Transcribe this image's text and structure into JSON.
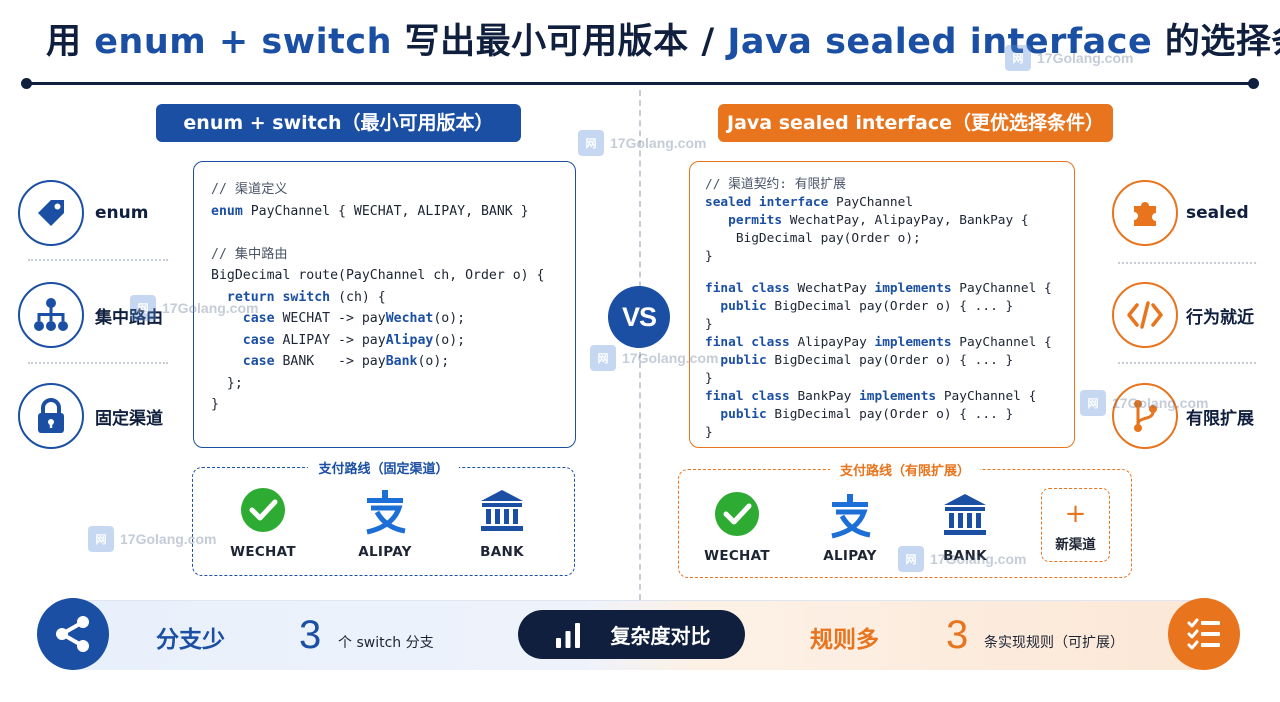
{
  "title": {
    "part1": "用 ",
    "part2": "enum + switch",
    "part3": " 写出最小可用版本  / ",
    "part4": "Java sealed interface",
    "part5": " 的选择条件"
  },
  "left": {
    "header": "enum + switch（最小可用版本）",
    "features": [
      {
        "label": "enum",
        "icon": "tag-icon"
      },
      {
        "label": "集中路由",
        "icon": "hierarchy-icon"
      },
      {
        "label": "固定渠道",
        "icon": "lock-icon"
      }
    ],
    "code": {
      "l1": "// 渠道定义",
      "l2_kw": "enum",
      "l2_rest": " PayChannel { WECHAT, ALIPAY, BANK }",
      "l3": "// 集中路由",
      "l4": "BigDecimal route(PayChannel ch, Order o) {",
      "l5_kw1": "return",
      "l5_kw2": "switch",
      "l5_rest": " (ch) {",
      "case_kw": "case",
      "c1_pre": " WECHAT -> pay",
      "c1_fn": "Wechat",
      "c1_post": "(o);",
      "c2_pre": " ALIPAY -> pay",
      "c2_fn": "Alipay",
      "c2_post": "(o);",
      "c3_pre": " BANK   -> pay",
      "c3_fn": "Bank",
      "c3_post": "(o);",
      "l9": "  };",
      "l10": "}"
    },
    "route_caption": "支付路线（固定渠道）",
    "payments": [
      "WECHAT",
      "ALIPAY",
      "BANK"
    ]
  },
  "vs": "VS",
  "right": {
    "header": "Java sealed interface（更优选择条件）",
    "features": [
      {
        "label": "sealed",
        "icon": "puzzle-icon"
      },
      {
        "label": "行为就近",
        "icon": "code-icon"
      },
      {
        "label": "有限扩展",
        "icon": "branch-icon"
      }
    ],
    "code": {
      "l1": "// 渠道契约: 有限扩展",
      "l2_kw": "sealed interface",
      "l2_rest": " PayChannel",
      "l3_kw": "permits",
      "l3_rest": " WechatPay, AlipayPay, BankPay {",
      "l4": "    BigDecimal pay(Order o);",
      "close": "}",
      "fc_kw": "final class",
      "impl_kw": "implements",
      "pc": " PayChannel {",
      "pub_kw": "public",
      "pub_rest": " BigDecimal pay(Order o) { ... }",
      "cls1": " WechatPay ",
      "cls2": " AlipayPay ",
      "cls3": " BankPay "
    },
    "route_caption": "支付路线（有限扩展）",
    "payments": [
      "WECHAT",
      "ALIPAY",
      "BANK"
    ],
    "new_channel": "新渠道"
  },
  "bottom": {
    "left_label": "分支少",
    "left_num": "3",
    "left_unit": "个 switch 分支",
    "center": "复杂度对比",
    "right_label": "规则多",
    "right_num": "3",
    "right_unit": "条实现规则（可扩展）"
  },
  "watermark": "17Golang.com",
  "colors": {
    "navy": "#0f1f3d",
    "blue": "#1b4fa3",
    "orange": "#e8741e",
    "wechat": "#2dab33"
  }
}
